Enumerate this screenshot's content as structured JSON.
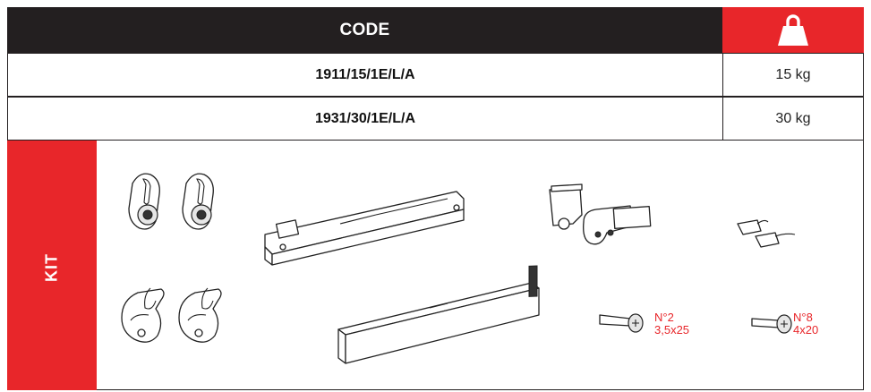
{
  "header": {
    "code_label": "CODE",
    "weight_icon": "weight-icon",
    "accent_color": "#e8262a",
    "dark_color": "#231f20"
  },
  "rows": [
    {
      "code": "1911/15/1E/L/A",
      "capacity": "15 kg"
    },
    {
      "code": "1931/30/1E/L/A",
      "capacity": "30 kg"
    }
  ],
  "kit": {
    "label": "KIT",
    "screws": [
      {
        "qty": "N°2",
        "size": "3,5x25"
      },
      {
        "qty": "N°8",
        "size": "4x20"
      }
    ]
  }
}
